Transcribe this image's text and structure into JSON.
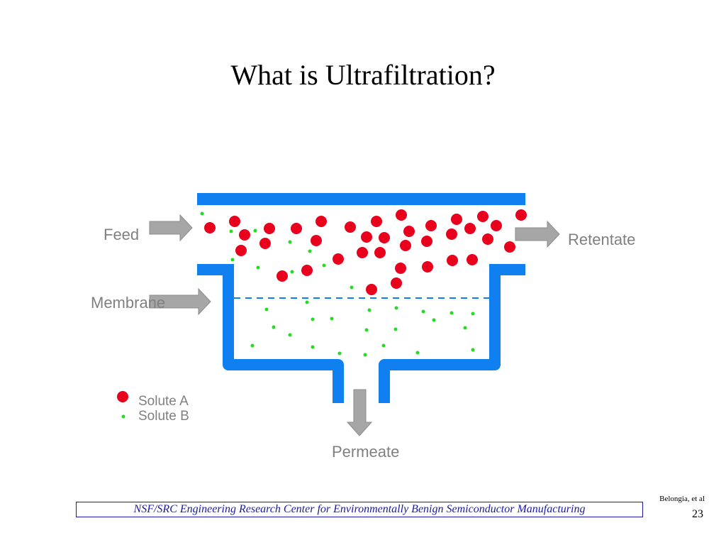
{
  "title": "What is Ultrafiltration?",
  "labels": {
    "feed": "Feed",
    "retentate": "Retentate",
    "membrane": "Membrane",
    "permeate": "Permeate"
  },
  "legend": {
    "solute_a": "Solute A",
    "solute_b": "Solute B"
  },
  "footer": {
    "center_name": "NSF/SRC Engineering Research Center for Environmentally Benign Semiconductor Manufacturing",
    "credit": "Belongia, et al",
    "page_number": "23"
  },
  "colors": {
    "vessel_blue": "#1080f0",
    "solute_a_red": "#e8001c",
    "solute_b_green": "#22dd22",
    "arrow_gray": "#a6a6a6",
    "label_gray": "#808080",
    "footer_blue": "#1a1aa6"
  }
}
